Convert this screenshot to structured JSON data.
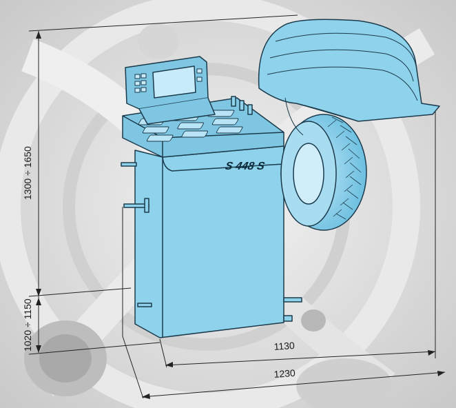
{
  "dimensions": {
    "total_height": "1300 ÷ 1650",
    "base_height": "1020 ÷ 1150",
    "depth": "1130",
    "width": "1230"
  },
  "machine": {
    "model_label": "S 448 S",
    "body_color": "#8ed2ec",
    "outline_color": "#1b3a4b"
  },
  "background_color": "#dcdcdc"
}
